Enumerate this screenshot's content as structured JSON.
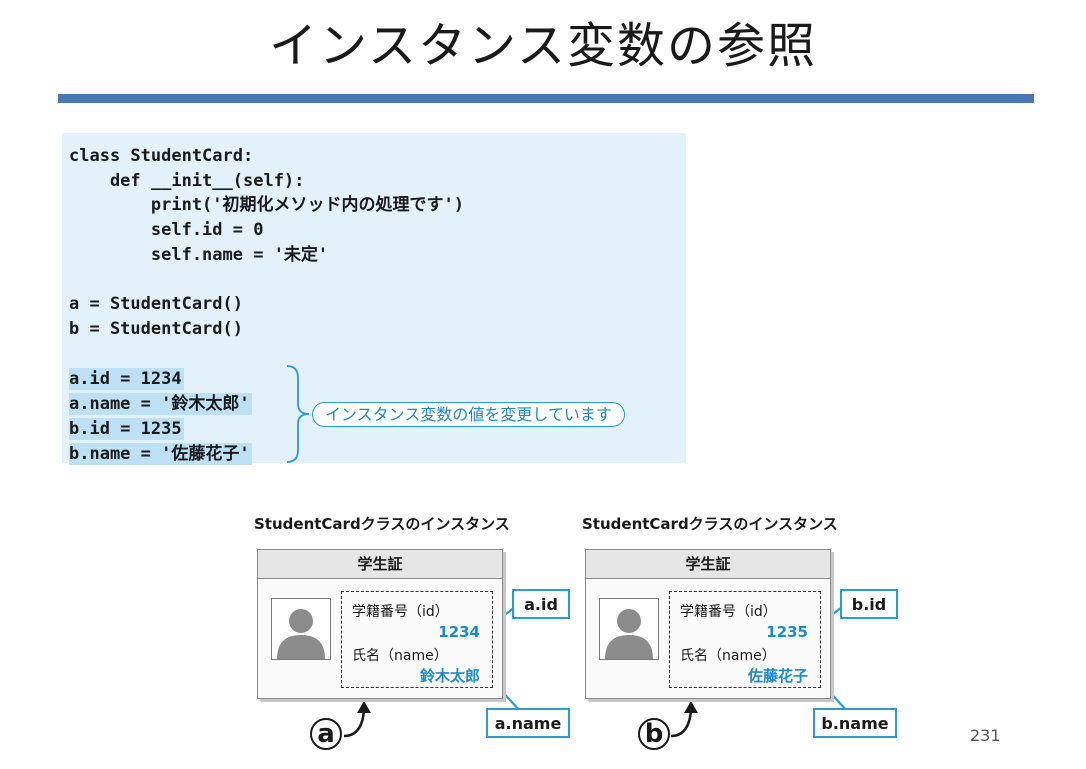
{
  "title": "インスタンス変数の参照",
  "code": {
    "lines": [
      "class StudentCard:",
      "    def __init__(self):",
      "        print('初期化メソッド内の処理です')",
      "        self.id = 0",
      "        self.name = '未定'",
      "a = StudentCard()",
      "b = StudentCard()",
      "a.id = 1234",
      "a.name = '鈴木太郎'",
      "b.id = 1235",
      "b.name = '佐藤花子'"
    ],
    "annotation": "インスタンス変数の値を変更しています"
  },
  "instances": [
    {
      "caption": "StudentCardクラスのインスタンス",
      "card_title": "学生証",
      "id_label": "学籍番号（id）",
      "id_value": "1234",
      "name_label": "氏名（name）",
      "name_value": "鈴木太郎",
      "id_callout": "a.id",
      "name_callout": "a.name",
      "letter": "a"
    },
    {
      "caption": "StudentCardクラスのインスタンス",
      "card_title": "学生証",
      "id_label": "学籍番号（id）",
      "id_value": "1235",
      "name_label": "氏名（name）",
      "name_value": "佐藤花子",
      "id_callout": "b.id",
      "name_callout": "b.name",
      "letter": "b"
    }
  ],
  "page_number": "231",
  "colors": {
    "title_bar": "#4a77b4",
    "code_background": "#e3f1fa",
    "code_highlight": "#bde0f5",
    "accent": "#1a8ad0"
  },
  "icons": [
    "person-silhouette-icon",
    "curved-arrow-icon"
  ]
}
